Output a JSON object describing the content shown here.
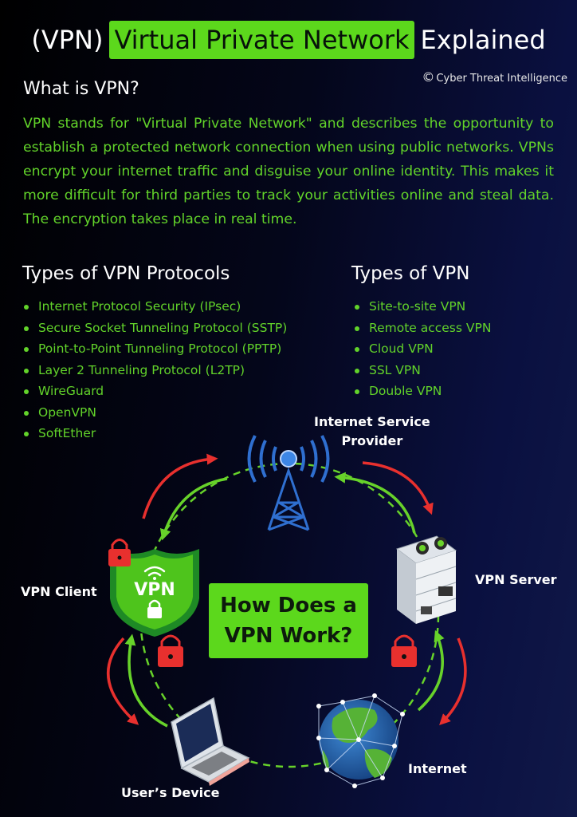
{
  "title": {
    "prefix": "(VPN)",
    "highlight": "Virtual Private Network",
    "suffix": "Explained"
  },
  "credit": {
    "symbol": "©",
    "text": "Cyber Threat Intelligence"
  },
  "what_is": {
    "heading": "What is VPN?",
    "body": "VPN stands for \"Virtual Private Network\" and describes the opportunity to establish a protected network connection when using public networks. VPNs encrypt your internet traffic and disguise your online identity. This makes it more difficult for third parties to track your activities online and steal data. The encryption takes place in real time."
  },
  "protocols": {
    "heading": "Types of VPN Protocols",
    "items": [
      "Internet Protocol Security (IPsec)",
      "Secure Socket Tunneling Protocol (SSTP)",
      "Point-to-Point Tunneling Protocol (PPTP)",
      "Layer 2 Tunneling Protocol (L2TP)",
      "WireGuard",
      "OpenVPN",
      "SoftEther"
    ]
  },
  "vpn_types": {
    "heading": "Types of VPN",
    "items": [
      "Site-to-site VPN",
      "Remote access VPN",
      "Cloud VPN",
      "SSL VPN",
      "Double VPN"
    ]
  },
  "diagram": {
    "center": {
      "line1": "How Does a",
      "line2": "VPN Work?"
    },
    "isp_label": {
      "line1": "Internet Service",
      "line2": "Provider"
    },
    "server_label": "VPN Server",
    "client_label": "VPN Client",
    "device_label": "User’s Device",
    "internet_label": "Internet",
    "shield_text": "VPN",
    "icons": [
      "antenna-tower-icon",
      "server-rack-icon",
      "globe-icon",
      "laptop-icon",
      "vpn-shield-icon",
      "padlock-icon"
    ]
  },
  "colors": {
    "accent_green": "#5cd81c",
    "text_green": "#62d32a",
    "arrow_red": "#e8302e",
    "background": "#05071a"
  }
}
